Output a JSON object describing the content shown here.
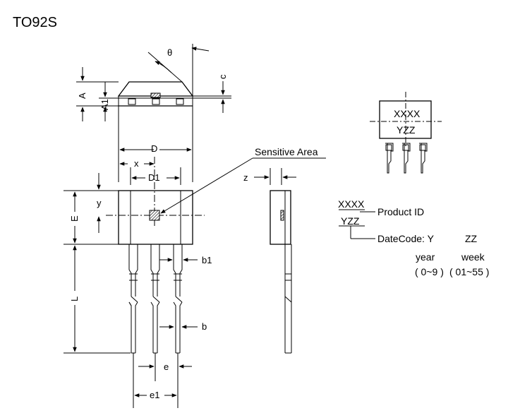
{
  "title": "TO92S",
  "dims": {
    "theta": "θ",
    "c": "c",
    "A": "A",
    "A1": "A1",
    "D": "D",
    "x": "x",
    "D1": "D1",
    "z": "z",
    "y": "y",
    "E": "E",
    "L": "L",
    "b1": "b1",
    "b": "b",
    "e": "e",
    "e1": "e1"
  },
  "sensitive_area": "Sensitive Area",
  "marking": {
    "line1": "XXXX",
    "line2": "YZZ"
  },
  "legend": {
    "code1": "XXXX",
    "code2": "YZZ",
    "product_id": "Product ID",
    "datecode": "DateCode: Y",
    "zz": "ZZ",
    "year": "year",
    "week": "week",
    "year_range": "( 0~9 )",
    "week_range": "( 01~55 )"
  }
}
